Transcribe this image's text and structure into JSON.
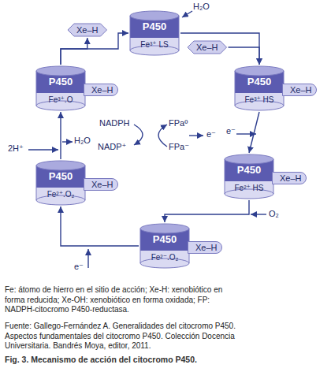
{
  "diagram": {
    "caption": "Fig. 3. Mecanismo de acción del citocromo P450.",
    "nodes": [
      {
        "text": [
          "P450",
          "Fe³⁺ LS"
        ]
      },
      {
        "text": [
          "Xe–H"
        ]
      },
      {
        "text": [
          "Xe–H"
        ]
      },
      {
        "text": [
          "P450",
          "Fe³⁺ HS"
        ]
      },
      {
        "text": [
          "Xe–H"
        ],
        "in": 3
      },
      {
        "text": [
          "P450",
          "Fe²⁺ HS"
        ]
      },
      {
        "text": [
          "Xe–H"
        ],
        "in": 5
      },
      {
        "text": [
          "P450",
          "Fe²⁻.O₂"
        ]
      },
      {
        "text": [
          "Xe–H"
        ],
        "in": 7
      },
      {
        "text": [
          "P450",
          "Fe²⁺.O₂"
        ]
      },
      {
        "text": [
          "Xe–H"
        ],
        "in": 9
      },
      {
        "text": [
          "P450",
          "Fe³⁺.O"
        ]
      },
      {
        "text": [
          "Xe–H"
        ],
        "in": 11
      }
    ],
    "edges": [
      {
        "from": 2,
        "to": 3,
        "arrow": "to"
      },
      {
        "from": 0,
        "to": 3,
        "arrow": "to"
      },
      {
        "from": 3,
        "to": 5,
        "arrow": "to"
      },
      {
        "from": 5,
        "to": 7,
        "arrow": "to"
      },
      {
        "from": 7,
        "to": 9,
        "arrow": "to"
      },
      {
        "from": 9,
        "to": 11,
        "arrow": "to"
      },
      {
        "from": 11,
        "to": 0,
        "arrow": "to"
      },
      {
        "from": 11,
        "to": 1,
        "arrow": "to"
      }
    ],
    "labels": [
      "H₂O",
      "e⁻",
      "O₂",
      "e⁻",
      "2H⁺",
      "H₂O",
      "NADPH",
      "NADP⁺",
      "FPaº",
      "FPa⁻",
      "e⁻",
      "Fe: átomo de hierro en el sitio de acción; Xe-H: xenobiótico en forma reducida; Xe-OH: xenobiótico en forma oxidada; FP: NADPH-citocromo P450-reductasa.",
      "Fuente: Gallego-Fernández A. Generalidades del citocromo P450. Aspectos fundamentales del citocromo P450. Colección Docencia Universitaria. Bandrés Moya, editor, 2011."
    ]
  }
}
